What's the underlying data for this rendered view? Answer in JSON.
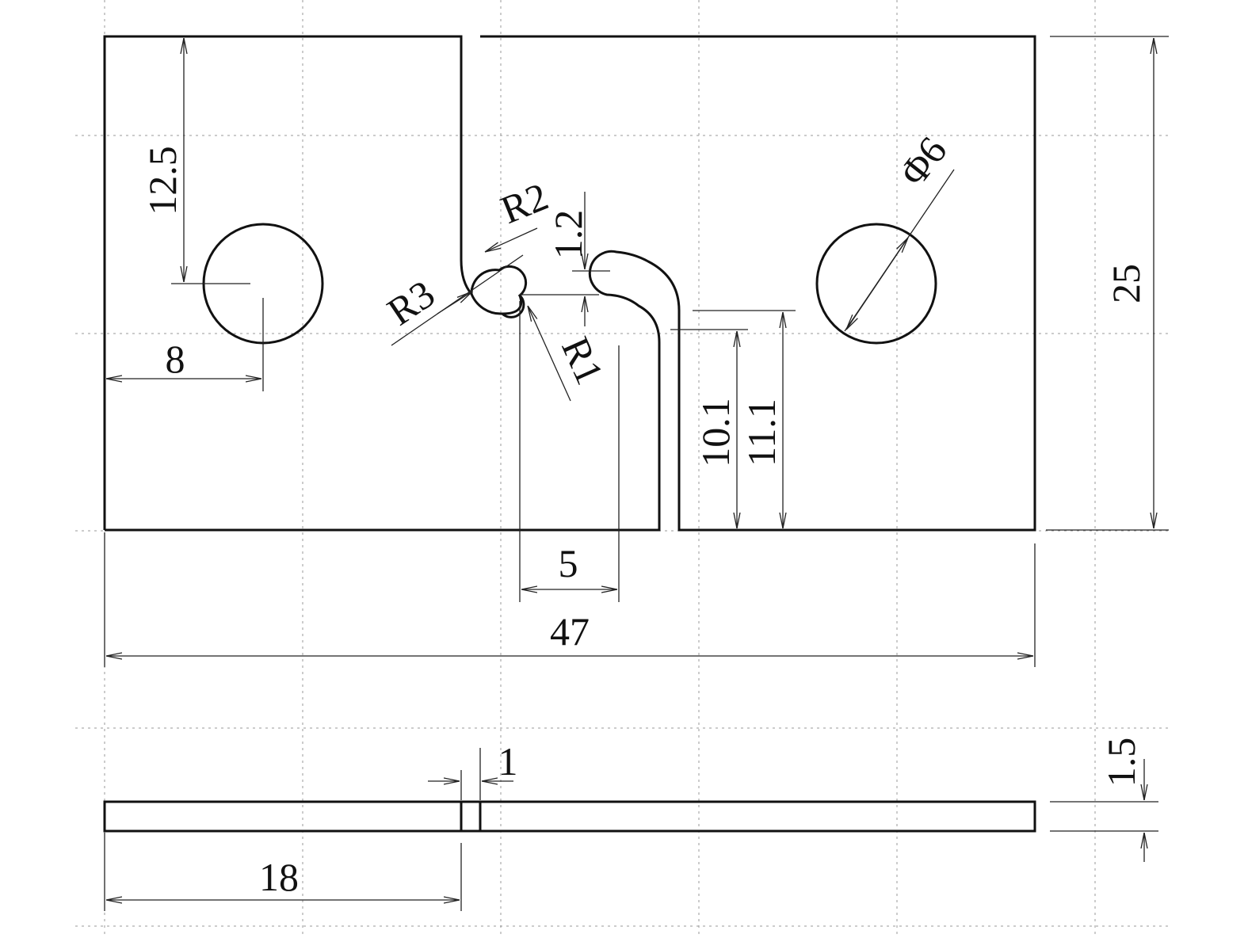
{
  "colors": {
    "line": "#111111",
    "grid": "#9a9a9a",
    "background": "#ffffff"
  },
  "dimensions": {
    "d12_5": "12.5",
    "r2": "R2",
    "d1_2": "1.2",
    "phi6": "Φ6",
    "d25": "25",
    "r3": "R3",
    "d8": "8",
    "r1": "R1",
    "d10_1": "10.1",
    "d11_1": "11.1",
    "d5": "5",
    "d47": "47",
    "d1": "1",
    "d1_5": "1.5",
    "d18": "18"
  }
}
